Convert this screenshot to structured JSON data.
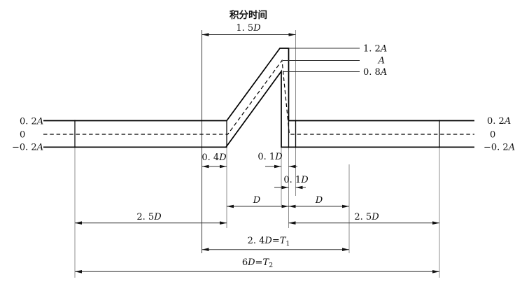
{
  "title": {
    "integration_time": "积分时间"
  },
  "amplitude_labels": {
    "a12": {
      "num": "1. 2",
      "var": "A"
    },
    "a": {
      "var": "A"
    },
    "a08": {
      "num": "0. 8",
      "var": "A"
    },
    "p02": {
      "num": "0. 2",
      "var": "A"
    },
    "zero": "0",
    "n02": {
      "num": "−0. 2",
      "var": "A"
    }
  },
  "dimensions": {
    "d15": {
      "num": "1. 5",
      "var": "D"
    },
    "d04": {
      "num": "0. 4",
      "var": "D"
    },
    "d01a": {
      "num": "0. 1",
      "var": "D"
    },
    "d01b": {
      "num": "0. 1",
      "var": "D"
    },
    "dl": {
      "var": "D"
    },
    "dr": {
      "var": "D"
    },
    "d25l": {
      "num": "2. 5",
      "var": "D"
    },
    "d25r": {
      "num": "2. 5",
      "var": "D"
    },
    "t1": {
      "num": "2. 4",
      "var": "D",
      "eq": "=",
      "tvar": "T",
      "sub": "1"
    },
    "t2": {
      "num": "6",
      "var": "D",
      "eq": "=",
      "tvar": "T",
      "sub": "2"
    }
  }
}
